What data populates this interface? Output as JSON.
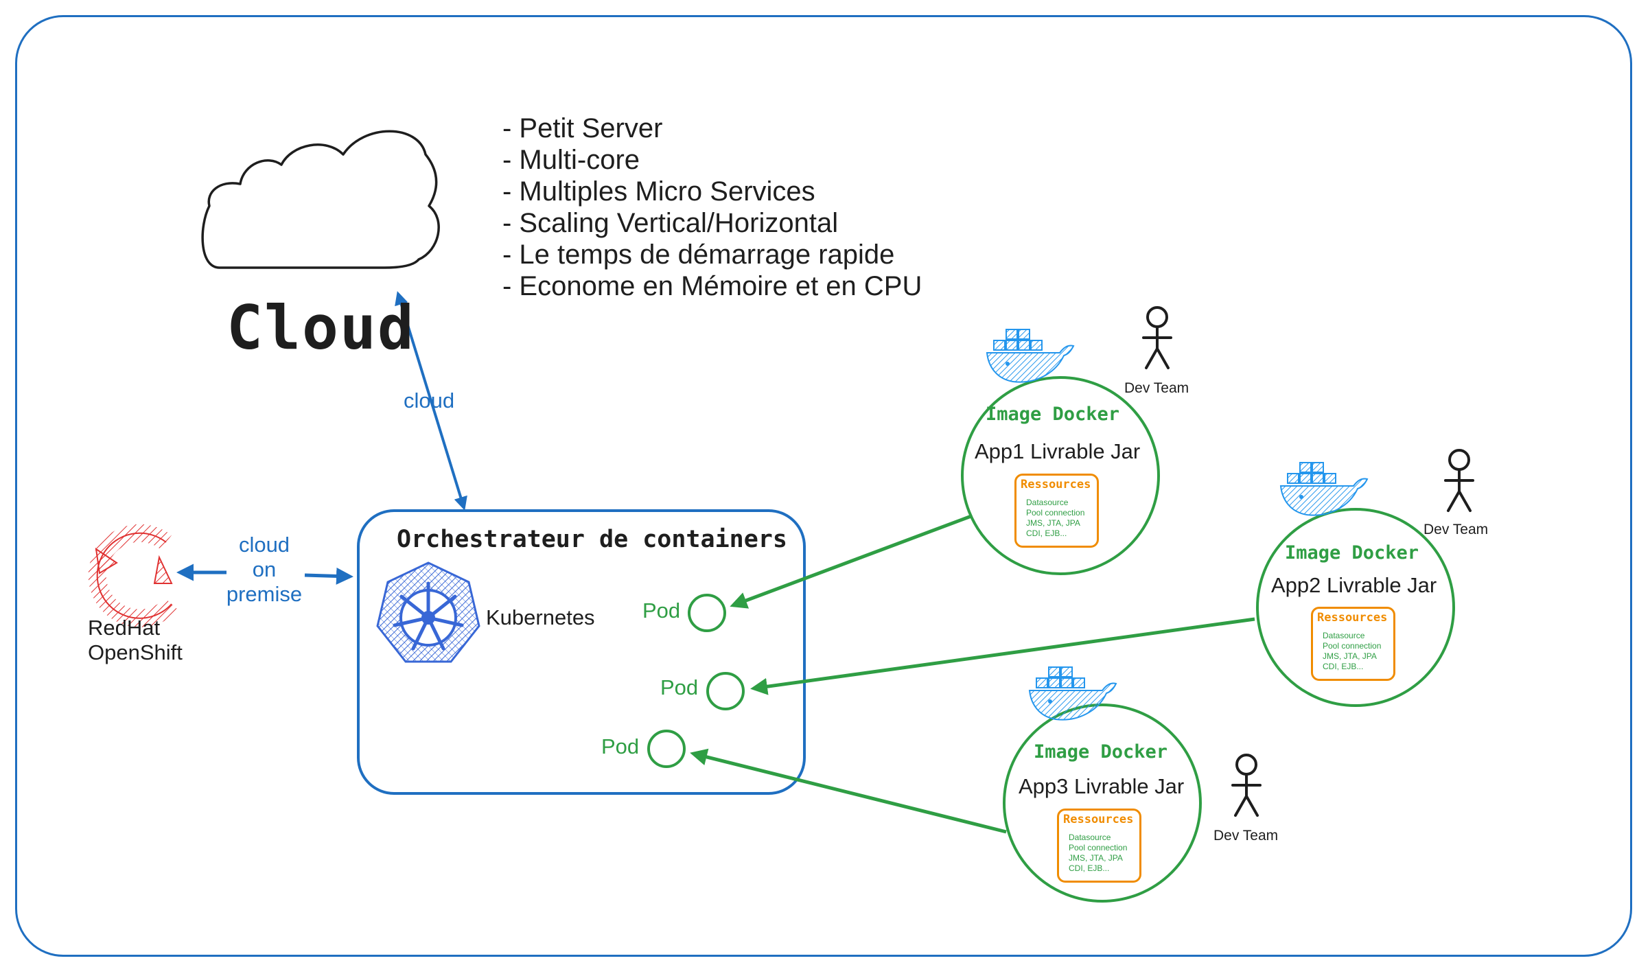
{
  "features": [
    "- Petit Server",
    "- Multi-core",
    "- Multiples Micro Services",
    "- Scaling Vertical/Horizontal",
    "- Le temps de démarrage rapide",
    "- Econome en Mémoire et en CPU"
  ],
  "cloud": {
    "title": "Cloud",
    "arrow_label": "cloud"
  },
  "onprem": {
    "line1": "cloud",
    "line2": "on",
    "line3": "premise"
  },
  "redhat": {
    "line1": "RedHat",
    "line2": "OpenShift"
  },
  "orchestrator": {
    "title": "Orchestrateur de containers",
    "k8s_label": "Kubernetes"
  },
  "pods": [
    "Pod",
    "Pod",
    "Pod"
  ],
  "apps": [
    {
      "image_label": "Image Docker",
      "title": "App1 Livrable Jar",
      "dev": "Dev Team",
      "resources_title": "Ressources",
      "resources": [
        "Datasource",
        "Pool connection",
        "JMS, JTA, JPA",
        "CDI, EJB..."
      ]
    },
    {
      "image_label": "Image Docker",
      "title": "App2 Livrable Jar",
      "dev": "Dev Team",
      "resources_title": "Ressources",
      "resources": [
        "Datasource",
        "Pool connection",
        "JMS, JTA, JPA",
        "CDI, EJB..."
      ]
    },
    {
      "image_label": "Image Docker",
      "title": "App3 Livrable Jar",
      "dev": "Dev Team",
      "resources_title": "Ressources",
      "resources": [
        "Datasource",
        "Pool connection",
        "JMS, JTA, JPA",
        "CDI, EJB..."
      ]
    }
  ],
  "colors": {
    "blue": "#1f6fc1",
    "green": "#2f9e44",
    "orange": "#f08c00",
    "red": "#e03131",
    "docker": "#2496ed",
    "k8s": "#3867d6"
  },
  "icons": [
    "cloud-icon",
    "redhat-openshift-icon",
    "kubernetes-icon",
    "docker-whale-icon",
    "stick-figure-icon"
  ]
}
